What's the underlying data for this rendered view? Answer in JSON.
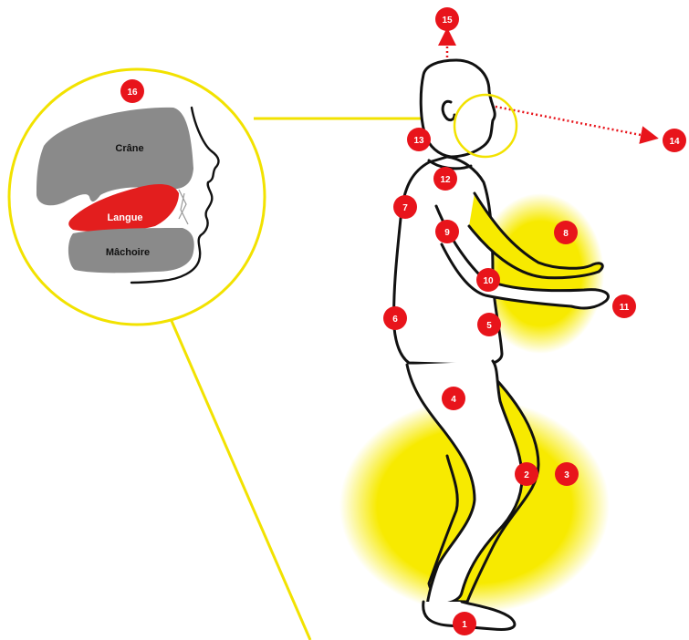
{
  "colors": {
    "badge": "#e8141b",
    "badge_text": "#ffffff",
    "highlight": "#f7ea00",
    "outline": "#111111",
    "skull_fill": "#8a8a8a",
    "tongue_fill": "#e31e1e",
    "callout_line": "#f2e200",
    "arrow": "#e8141b"
  },
  "inset": {
    "skull_label": "Crâne",
    "tongue_label": "Langue",
    "jaw_label": "Mâchoire"
  },
  "badges": [
    {
      "id": "1",
      "label": "1"
    },
    {
      "id": "2",
      "label": "2"
    },
    {
      "id": "3",
      "label": "3"
    },
    {
      "id": "4",
      "label": "4"
    },
    {
      "id": "5",
      "label": "5"
    },
    {
      "id": "6",
      "label": "6"
    },
    {
      "id": "7",
      "label": "7"
    },
    {
      "id": "8",
      "label": "8"
    },
    {
      "id": "9",
      "label": "9"
    },
    {
      "id": "10",
      "label": "10"
    },
    {
      "id": "11",
      "label": "11"
    },
    {
      "id": "12",
      "label": "12"
    },
    {
      "id": "13",
      "label": "13"
    },
    {
      "id": "14",
      "label": "14"
    },
    {
      "id": "15",
      "label": "15"
    },
    {
      "id": "16",
      "label": "16"
    }
  ]
}
